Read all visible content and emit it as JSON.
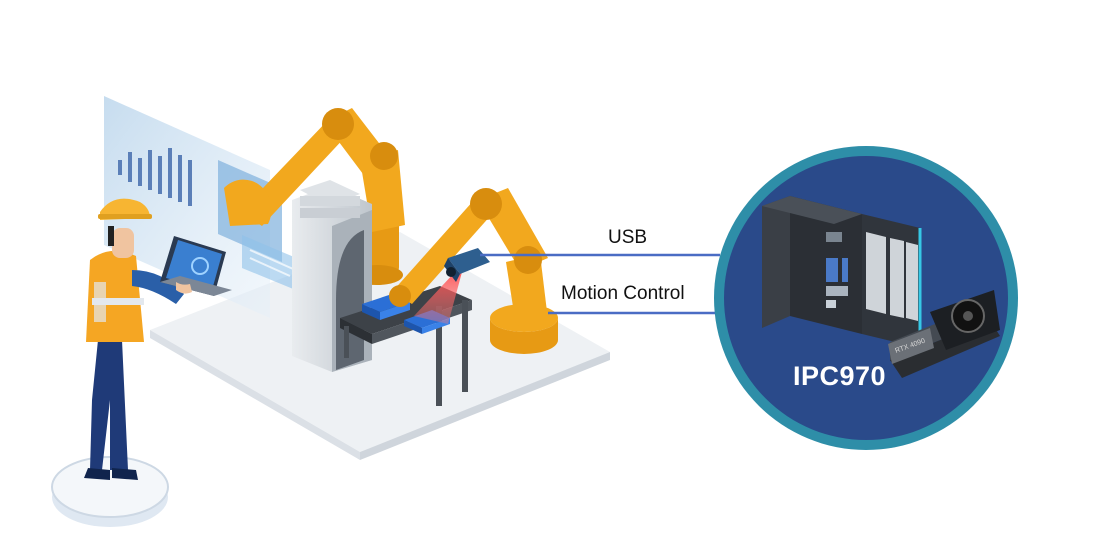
{
  "connections": {
    "usb_label": "USB",
    "motion_control_label": "Motion Control"
  },
  "device": {
    "name": "IPC970",
    "gpu_marking": "RTX 4090"
  },
  "colors": {
    "circle_fill": "#2a4a8a",
    "circle_ring": "#2e8ea8",
    "robot_arm": "#f2a81e",
    "line": "#4a6cc4",
    "worker_vest": "#f5a623",
    "worker_body": "#1f3a78"
  },
  "icons": [
    "factory-floor-illustration",
    "robot-arm-icon",
    "industrial-camera-icon",
    "laptop-icon",
    "worker-icon",
    "industrial-pc-icon",
    "gpu-card-icon",
    "bar-chart-icon"
  ]
}
